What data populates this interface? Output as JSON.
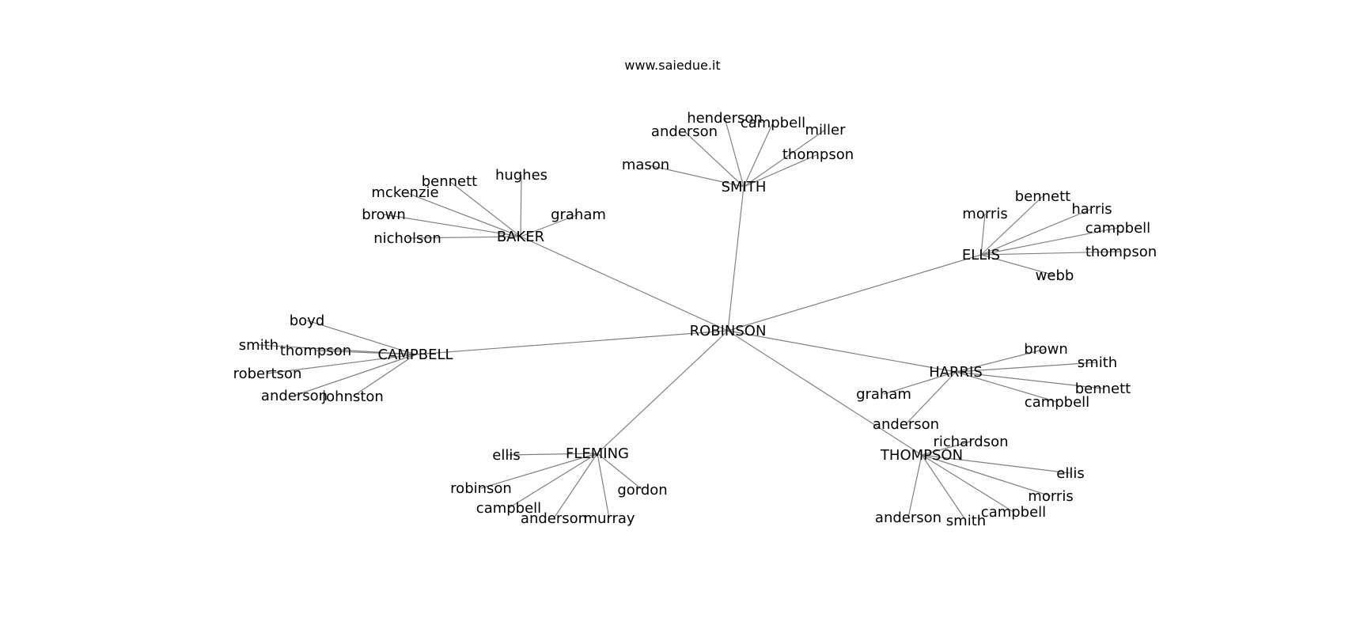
{
  "title": "www.saiedue.it",
  "colors": {
    "edge": "#808080",
    "text": "#000000",
    "background": "#ffffff"
  },
  "root": "ROBINSON",
  "groups": [
    {
      "hub": "SMITH",
      "members": [
        "mason",
        "anderson",
        "henderson",
        "campbell",
        "miller",
        "thompson"
      ]
    },
    {
      "hub": "BAKER",
      "members": [
        "nicholson",
        "brown",
        "mckenzie",
        "bennett",
        "hughes",
        "graham"
      ]
    },
    {
      "hub": "ELLIS",
      "members": [
        "morris",
        "bennett",
        "harris",
        "campbell",
        "thompson",
        "webb"
      ]
    },
    {
      "hub": "CAMPBELL",
      "members": [
        "boyd",
        "smith",
        "thompson",
        "robertson",
        "anderson",
        "johnston"
      ]
    },
    {
      "hub": "HARRIS",
      "members": [
        "brown",
        "smith",
        "bennett",
        "campbell",
        "graham",
        "anderson"
      ]
    },
    {
      "hub": "FLEMING",
      "members": [
        "ellis",
        "robinson",
        "campbell",
        "anderson",
        "murray",
        "gordon"
      ]
    },
    {
      "hub": "THOMPSON",
      "members": [
        "richardson",
        "ellis",
        "morris",
        "campbell",
        "smith",
        "anderson"
      ]
    }
  ]
}
